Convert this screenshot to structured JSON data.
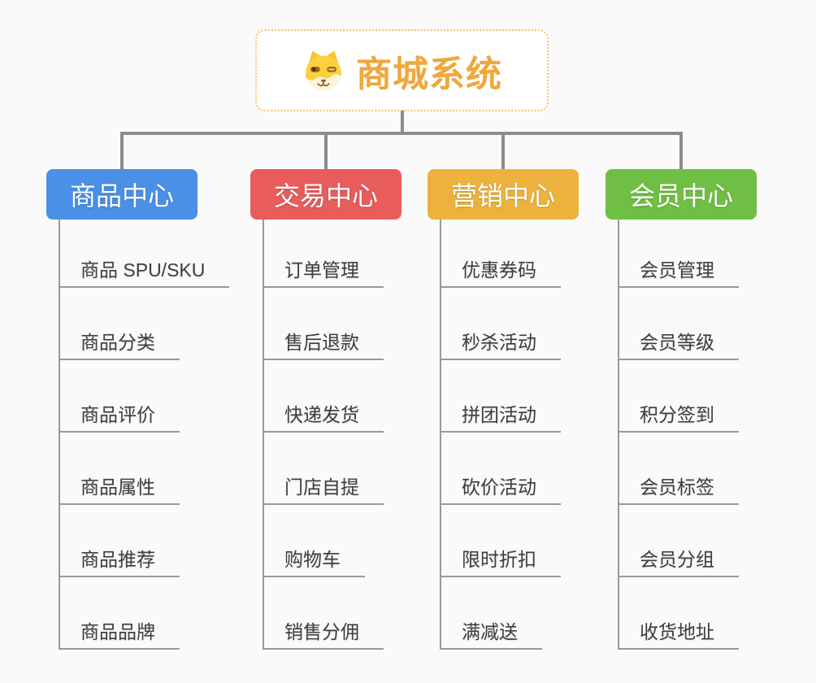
{
  "root": {
    "title": "商城系统",
    "icon": "shiba-dog-icon"
  },
  "colors": {
    "background": "#fafafa",
    "connector": "#8c8c8c",
    "leaf_line": "#999999",
    "root_border": "#f5c06a",
    "root_text": "#f0a73c",
    "leaf_text": "#3e3e3e"
  },
  "branches": [
    {
      "label": "商品中心",
      "color": "#4a90e6",
      "children": [
        "商品 SPU/SKU",
        "商品分类",
        "商品评价",
        "商品属性",
        "商品推荐",
        "商品品牌"
      ]
    },
    {
      "label": "交易中心",
      "color": "#e85d5c",
      "children": [
        "订单管理",
        "售后退款",
        "快递发货",
        "门店自提",
        "购物车",
        "销售分佣"
      ]
    },
    {
      "label": "营销中心",
      "color": "#ecb23d",
      "children": [
        "优惠券码",
        "秒杀活动",
        "拼团活动",
        "砍价活动",
        "限时折扣",
        "满减送"
      ]
    },
    {
      "label": "会员中心",
      "color": "#6fbf44",
      "children": [
        "会员管理",
        "会员等级",
        "积分签到",
        "会员标签",
        "会员分组",
        "收货地址"
      ]
    }
  ]
}
